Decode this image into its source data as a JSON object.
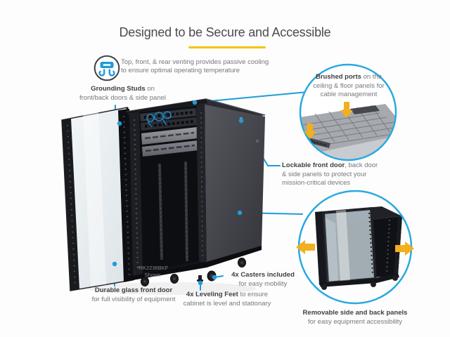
{
  "title": {
    "text": "Designed to be Secure and Accessible"
  },
  "cooling_note": {
    "icon": "venting-icon",
    "line1": "Top, front, & rear venting provides passive cooling",
    "line2": "to ensure optimal operating temperature"
  },
  "callouts": {
    "grounding": {
      "bold": "Grounding Studs",
      "rest": " on",
      "line2": "front/back doors & side panel"
    },
    "brushed": {
      "bold": "Brushed ports",
      "rest": " on the",
      "line2": "ceiling & floor panels for",
      "line3": "cable management"
    },
    "lockable": {
      "bold": "Lockable front door",
      "rest": ", back door",
      "line2": "& side panels to protect your",
      "line3": "mission-critical devices"
    },
    "casters": {
      "bold": "4x Casters included",
      "rest": "",
      "line2": "for easy mobility"
    },
    "leveling": {
      "bold": "4x Leveling Feet",
      "rest": " to ensure",
      "line2": "cabinet is level and stationary"
    },
    "glass_door": {
      "bold": "Durable glass front door",
      "rest": "",
      "line2": "for full visibility of equipment"
    },
    "removable": {
      "bold": "Removable side and back panels",
      "rest": "",
      "line2": "for easy equipment accessibility"
    }
  },
  "model_note": {
    "line1": "*RK2236BKF",
    "line2": "Shown"
  },
  "colors": {
    "accent_blue": "#1E9CD8",
    "accent_yellow": "#F2AF1E",
    "underline_yellow": "#F5C400",
    "text_dark": "#3e3f45",
    "text_gray": "#77787c"
  }
}
